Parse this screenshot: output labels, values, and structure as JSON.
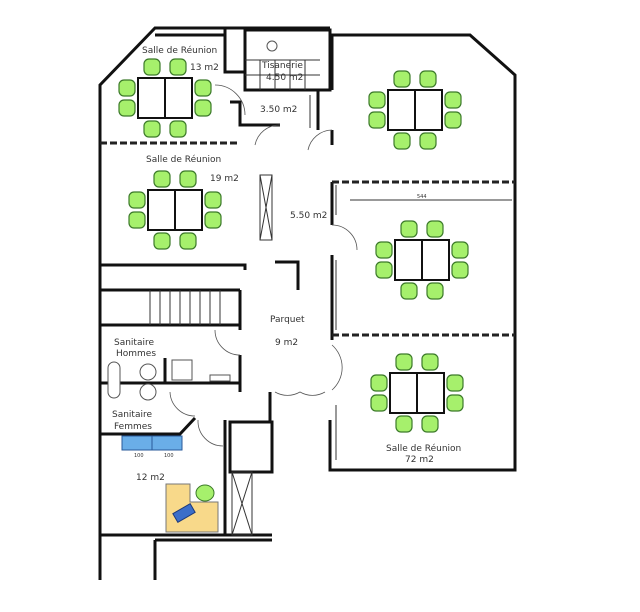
{
  "rooms": {
    "meeting_small": {
      "name": "Salle de Réunion",
      "area": "13 m2"
    },
    "tisanerie": {
      "name": "Tisanerie",
      "area": "4.50 m2"
    },
    "hall_top": {
      "area": "3.50 m2"
    },
    "meeting_medium": {
      "name": "Salle de Réunion",
      "area": "19 m2"
    },
    "corridor": {
      "area": "5.50 m2"
    },
    "parquet": {
      "name": "Parquet",
      "area": "9 m2"
    },
    "sanitaire_hommes": {
      "name": "Sanitaire",
      "sub": "Hommes"
    },
    "sanitaire_femmes": {
      "name": "Sanitaire",
      "sub": "Femmes"
    },
    "office": {
      "area": "12 m2"
    },
    "meeting_large": {
      "name": "Salle de Réunion",
      "area": "72 m2"
    }
  },
  "dimensions": {
    "sink_left": "100",
    "sink_right": "100",
    "room_width": "544"
  },
  "colors": {
    "chair_fill": "#a6f06c",
    "chair_stroke": "#3c7a2a",
    "desk": "#f8d98a",
    "sink": "#6aaee8",
    "wall": "#111111"
  }
}
